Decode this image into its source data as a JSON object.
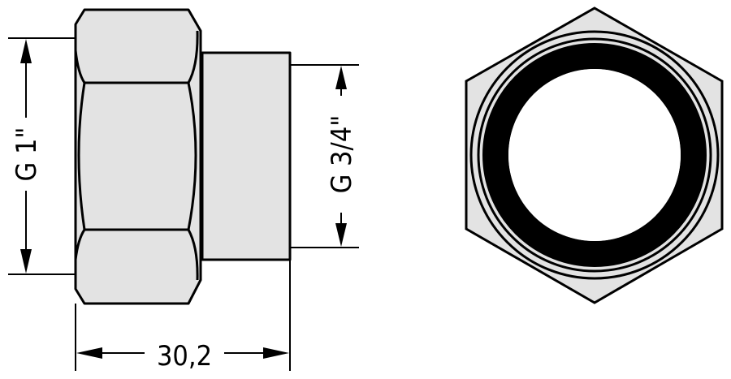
{
  "dimensions": {
    "left_thread": "G 1\"",
    "right_thread": "G 3/4\"",
    "length": "30,2"
  },
  "colors": {
    "part_fill": "#e3e3e3",
    "line": "#000000",
    "ring": "#000000"
  }
}
